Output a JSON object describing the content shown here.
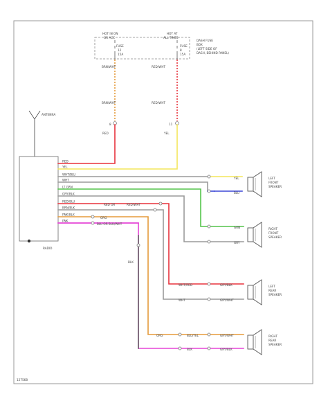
{
  "fuse_box": {
    "left_top": "HOT IN ON",
    "left_top2": "OR ACC",
    "right_top": "HOT AT",
    "right_top2": "ALL TIMES",
    "left_fuse": "FUSE",
    "left_fuse_num": "12",
    "left_fuse_amp": "15A",
    "right_fuse": "FUSE",
    "right_fuse_num": "8",
    "right_fuse_amp": "15A",
    "desc_line1": "DASH FUSE",
    "desc_line2": "BOX",
    "desc_line3": "(LEFT SIDE OF",
    "desc_line4": "DASH, BEHIND PANEL)"
  },
  "wire_labels": {
    "brn_wht_1": "BRN/WHT",
    "red_wht_1": "RED/WHT",
    "brn_wht_2": "BRN/WHT",
    "red_wht_2": "RED/WHT",
    "pin_left": "8",
    "red_short": "RED",
    "pin_right": "11",
    "yel_short": "YEL",
    "antenna": "ANTENNA",
    "radio": "RADIO"
  },
  "radio_wires": [
    "RED",
    "YEL",
    "WHT/BLU",
    "WHT",
    "LT GRN",
    "GRY/BLK",
    "RED/BLU",
    "BRN/BLK",
    "PNK/BLK",
    "PNK"
  ],
  "mid_labels": {
    "red_grn": "RED OR",
    "red_grn2": "RED/WHT",
    "org": "ORG",
    "blu_wht": "BLU OR BLU/WHT",
    "blk": "BLK"
  },
  "speakers": [
    {
      "line1": "LEFT",
      "line2": "FRONT",
      "line3": "SPEAKER",
      "wire_a": "YEL",
      "wire_b": "BLU"
    },
    {
      "line1": "RIGHT",
      "line2": "FRONT",
      "line3": "SPEAKER",
      "wire_a": "GRN",
      "wire_b": "GRY"
    },
    {
      "line1": "LEFT",
      "line2": "REAR",
      "line3": "SPEAKER",
      "wire_a": "GRY/BLK",
      "wire_b": "GRY/WHT"
    },
    {
      "line1": "RIGHT",
      "line2": "REAR",
      "line3": "SPEAKER",
      "wire_a": "GRY/WHT",
      "wire_b": "GRY/BLK"
    }
  ],
  "speaker_wire_labels": {
    "wht_red": "WHT/RED",
    "wht": "WHT",
    "org2": "ORG",
    "blu_wht2": "BLU/YEL",
    "blk2": "BLK"
  },
  "footer": "127568",
  "colors": {
    "red": "#e8323c",
    "yellow": "#f3e65a",
    "green": "#54c44a",
    "blue": "#3b47d6",
    "orange": "#e59a3a",
    "pink": "#e545d6",
    "gray": "#9a9a9a",
    "black": "#333333"
  }
}
